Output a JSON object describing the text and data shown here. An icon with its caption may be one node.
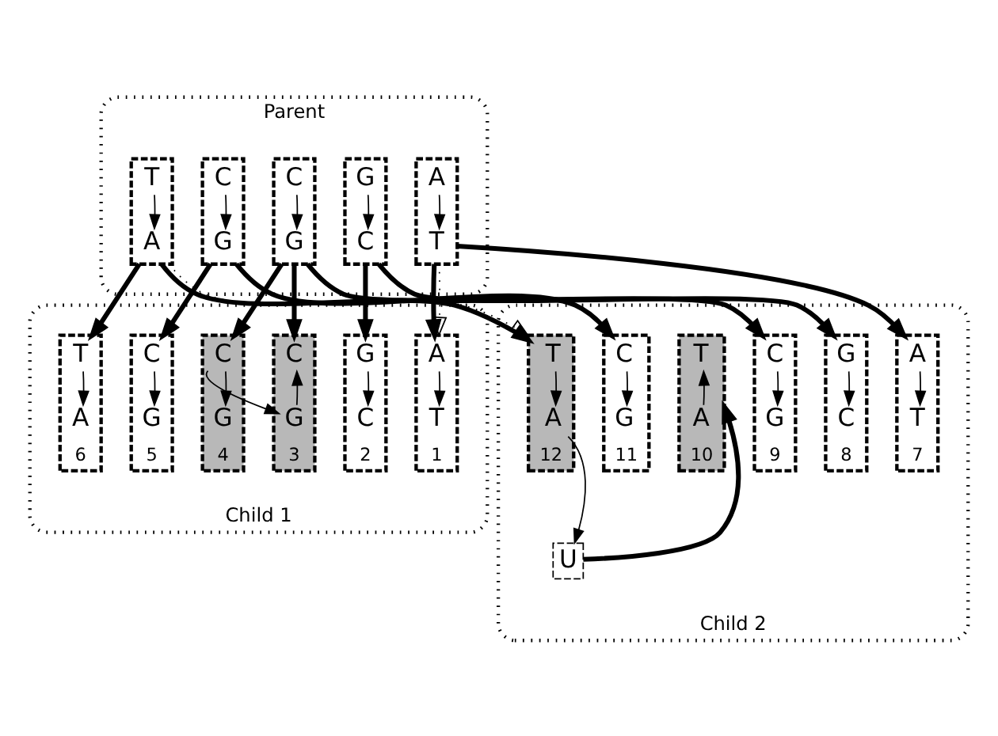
{
  "diagram": {
    "nodes": [
      {
        "text": [
          "Parent"
        ]
      },
      {
        "text": [],
        "shape": "box",
        "in": 0
      },
      {
        "text": [
          "A"
        ],
        "in": 1
      },
      {
        "text": [
          "T"
        ],
        "in": 1
      },
      {
        "text": [],
        "shape": "box",
        "in": 0
      },
      {
        "text": [
          "G"
        ],
        "in": 4
      },
      {
        "text": [
          "C"
        ],
        "in": 4
      },
      {
        "text": [],
        "shape": "box",
        "in": 0
      },
      {
        "text": [
          "C"
        ],
        "in": 7
      },
      {
        "text": [
          "G"
        ],
        "in": 7
      },
      {
        "text": [],
        "shape": "box",
        "in": 0
      },
      {
        "text": [
          "C"
        ],
        "in": 10
      },
      {
        "text": [
          "G"
        ],
        "in": 10
      },
      {
        "text": [],
        "shape": "box",
        "in": 0
      },
      {
        "text": [
          "T"
        ],
        "in": 13
      },
      {
        "text": [
          "A"
        ],
        "in": 13
      },
      {
        "text": [
          "Child 1"
        ]
      },
      {
        "text": [],
        "shape": "box",
        "in": 16,
        "beside": [
          "1"
        ]
      },
      {
        "text": [
          "A"
        ],
        "in": 17
      },
      {
        "text": [
          "T"
        ],
        "in": 17
      },
      {
        "text": [],
        "shape": "box",
        "in": 16,
        "beside": [
          "2"
        ]
      },
      {
        "text": [
          "G"
        ],
        "in": 20
      },
      {
        "text": [
          "C"
        ],
        "in": 20
      },
      {
        "text": [],
        "shape": "box",
        "in": 16,
        "beside": [
          "3"
        ]
      },
      {
        "text": [
          "C"
        ],
        "in": 23
      },
      {
        "text": [
          "G"
        ],
        "in": 23
      },
      {
        "text": [],
        "shape": "box",
        "in": 16,
        "beside": [
          "4"
        ]
      },
      {
        "text": [
          "C"
        ],
        "in": 26
      },
      {
        "text": [
          "G"
        ],
        "in": 26
      },
      {
        "text": [],
        "shape": "box",
        "in": 16,
        "beside": [
          "5"
        ]
      },
      {
        "text": [
          "C"
        ],
        "in": 29
      },
      {
        "text": [
          "G"
        ],
        "in": 29
      },
      {
        "text": [],
        "shape": "box",
        "in": 16,
        "beside": [
          "6"
        ]
      },
      {
        "text": [
          "T"
        ],
        "in": 32
      },
      {
        "text": [
          "A"
        ],
        "in": 32
      },
      {
        "text": [
          "Child 2"
        ]
      },
      {
        "text": [],
        "shape": "box",
        "in": 35,
        "beside": [
          "7"
        ]
      },
      {
        "text": [
          "A"
        ],
        "in": 36
      },
      {
        "text": [
          "T"
        ],
        "in": 36
      },
      {
        "text": [],
        "shape": "box",
        "in": 35,
        "beside": [
          "8"
        ]
      },
      {
        "text": [
          "G"
        ],
        "in": 39
      },
      {
        "text": [
          "C"
        ],
        "in": 39
      },
      {
        "text": [],
        "shape": "box",
        "in": 35,
        "beside": [
          "9"
        ]
      },
      {
        "text": [
          "C"
        ],
        "in": 42
      },
      {
        "text": [
          "G"
        ],
        "in": 42
      },
      {
        "text": [],
        "shape": "box",
        "in": 35,
        "beside": [
          "10"
        ]
      },
      {
        "text": [
          "T"
        ],
        "in": 45
      },
      {
        "text": [
          "A"
        ],
        "in": 45
      },
      {
        "text": [],
        "shape": "box",
        "in": 35,
        "beside": [
          "11"
        ]
      },
      {
        "text": [
          "C"
        ],
        "in": 48
      },
      {
        "text": [
          "G"
        ],
        "in": 48
      },
      {
        "text": [],
        "shape": "box",
        "in": 35,
        "beside": [
          "12"
        ]
      },
      {
        "text": [
          "T"
        ],
        "in": 51
      },
      {
        "text": [
          "A"
        ],
        "in": 51
      },
      {
        "text": [
          "U"
        ],
        "in": 35
      }
    ],
    "edges": [
      {
        "from": 2,
        "to": 3,
        "arrow": "to"
      },
      {
        "from": 5,
        "to": 6,
        "arrow": "to"
      },
      {
        "from": 8,
        "to": 9,
        "arrow": "to"
      },
      {
        "from": 11,
        "to": 12,
        "arrow": "to"
      },
      {
        "from": 14,
        "to": 15,
        "arrow": "to"
      },
      {
        "from": 1,
        "to": 17,
        "arrow": "to",
        "style": "thick"
      },
      {
        "from": 4,
        "to": 20,
        "arrow": "to",
        "style": "thick"
      },
      {
        "from": 7,
        "to": 23,
        "arrow": "to",
        "style": "thick"
      },
      {
        "from": 7,
        "to": 26,
        "arrow": "to",
        "style": "thick"
      },
      {
        "from": 10,
        "to": 29,
        "arrow": "to",
        "style": "thick"
      },
      {
        "from": 13,
        "to": 32,
        "arrow": "to",
        "style": "thick"
      },
      {
        "from": 1,
        "to": 36,
        "arrow": "to",
        "style": "thick"
      },
      {
        "from": 4,
        "to": 39,
        "arrow": "to",
        "style": "thick"
      },
      {
        "from": 7,
        "to": 42,
        "arrow": "to",
        "style": "thick"
      },
      {
        "from": 10,
        "to": 48,
        "arrow": "to",
        "style": "thick"
      },
      {
        "from": 13,
        "to": 51,
        "arrow": "to",
        "style": "thick"
      },
      {
        "from": 1,
        "to": 17,
        "arrow": "to",
        "style": "dashed"
      },
      {
        "from": 13,
        "to": 51,
        "arrow": "to",
        "style": "dashed"
      },
      {
        "from": 18,
        "to": 19,
        "arrow": "to"
      },
      {
        "from": 21,
        "to": 22,
        "arrow": "to"
      },
      {
        "from": 25,
        "to": 24,
        "arrow": "to"
      },
      {
        "from": 27,
        "to": 28,
        "arrow": "to"
      },
      {
        "from": 27,
        "to": 25,
        "arrow": "to"
      },
      {
        "from": 30,
        "to": 31,
        "arrow": "to"
      },
      {
        "from": 33,
        "to": 34,
        "arrow": "to"
      },
      {
        "from": 37,
        "to": 38,
        "arrow": "to"
      },
      {
        "from": 40,
        "to": 41,
        "arrow": "to"
      },
      {
        "from": 43,
        "to": 44,
        "arrow": "to"
      },
      {
        "from": 47,
        "to": 46,
        "arrow": "to"
      },
      {
        "from": 49,
        "to": 50,
        "arrow": "to"
      },
      {
        "from": 52,
        "to": 53,
        "arrow": "to"
      },
      {
        "from": 53,
        "to": 54,
        "arrow": "to"
      },
      {
        "from": 54,
        "to": 45,
        "arrow": "to",
        "style": "thick"
      }
    ]
  }
}
